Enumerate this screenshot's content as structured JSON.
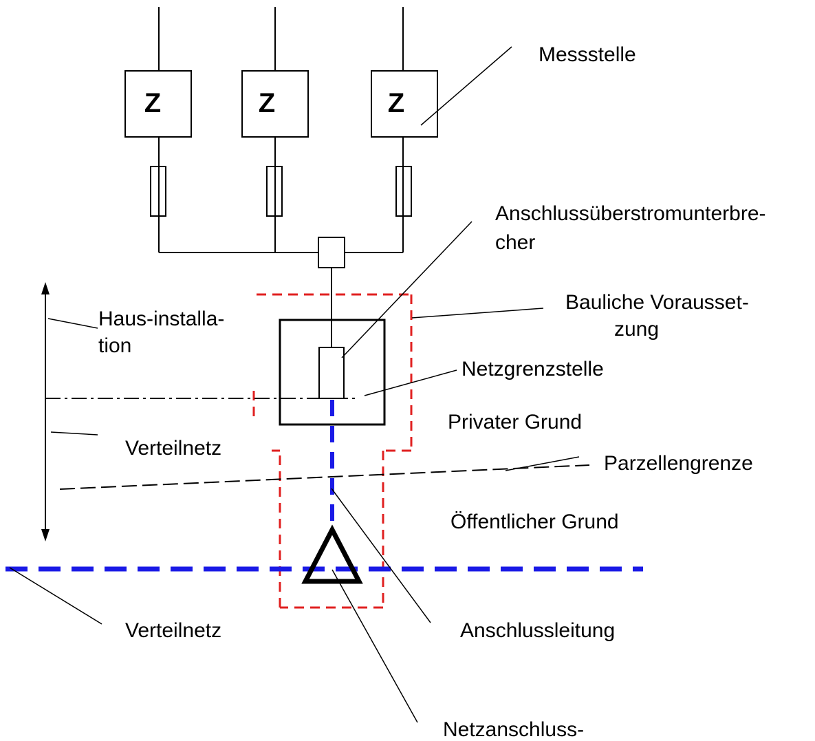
{
  "colors": {
    "line": "#000000",
    "boundary": "#e02020",
    "network": "#1a1ae6",
    "background": "#ffffff"
  },
  "meters": {
    "label": "Z"
  },
  "labels": {
    "messstelle": "Messstelle",
    "anschlussueberstrom_line1": "Anschlussüberstromunterbre-",
    "anschlussueberstrom_line2": "cher",
    "bauliche_line1": "Bauliche Vorausset-",
    "bauliche_line2": "zung",
    "hausinstallation_line1": "Haus-installa-",
    "hausinstallation_line2": "tion",
    "netzgrenzstelle": "Netzgrenzstelle",
    "privater_grund": "Privater Grund",
    "verteilnetz_upper": "Verteilnetz",
    "parzellengrenze": "Parzellengrenze",
    "oeffentlicher_grund": "Öffentlicher Grund",
    "verteilnetz_lower": "Verteilnetz",
    "anschlussleitung": "Anschlussleitung",
    "netzanschluss": "Netzanschluss-"
  }
}
